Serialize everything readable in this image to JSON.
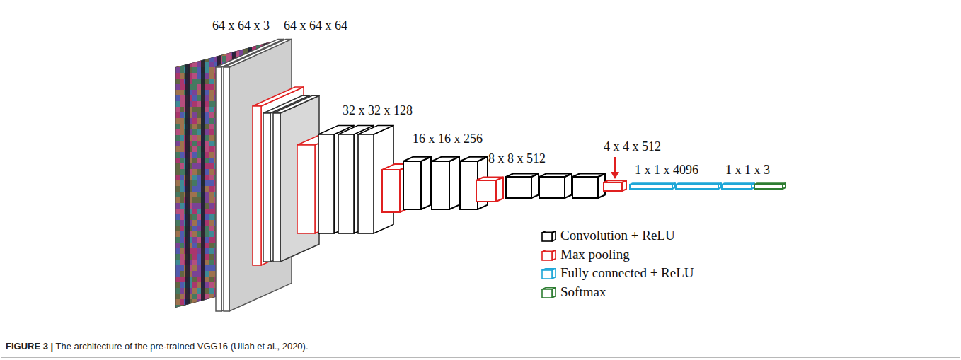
{
  "diagram": {
    "caption": "FIGURE 3 | The architecture of the pre-trained VGG16 (Ullah et al., 2020).",
    "labels": [
      "64 x 64 x 3",
      "64 x 64 x 64",
      "32 x 32 x 128",
      "16 x 16 x 256",
      "8 x 8 x 512",
      "4 x 4 x 512",
      "1 x 1 x 4096",
      "1 x 1 x 3"
    ],
    "legend": [
      {
        "text": "Convolution + ReLU",
        "color": "#000000"
      },
      {
        "text": "Max pooling",
        "color": "#e02020"
      },
      {
        "text": "Fully connected + ReLU",
        "color": "#1ea7d8"
      },
      {
        "text": "Softmax",
        "color": "#2e7d32"
      }
    ]
  }
}
